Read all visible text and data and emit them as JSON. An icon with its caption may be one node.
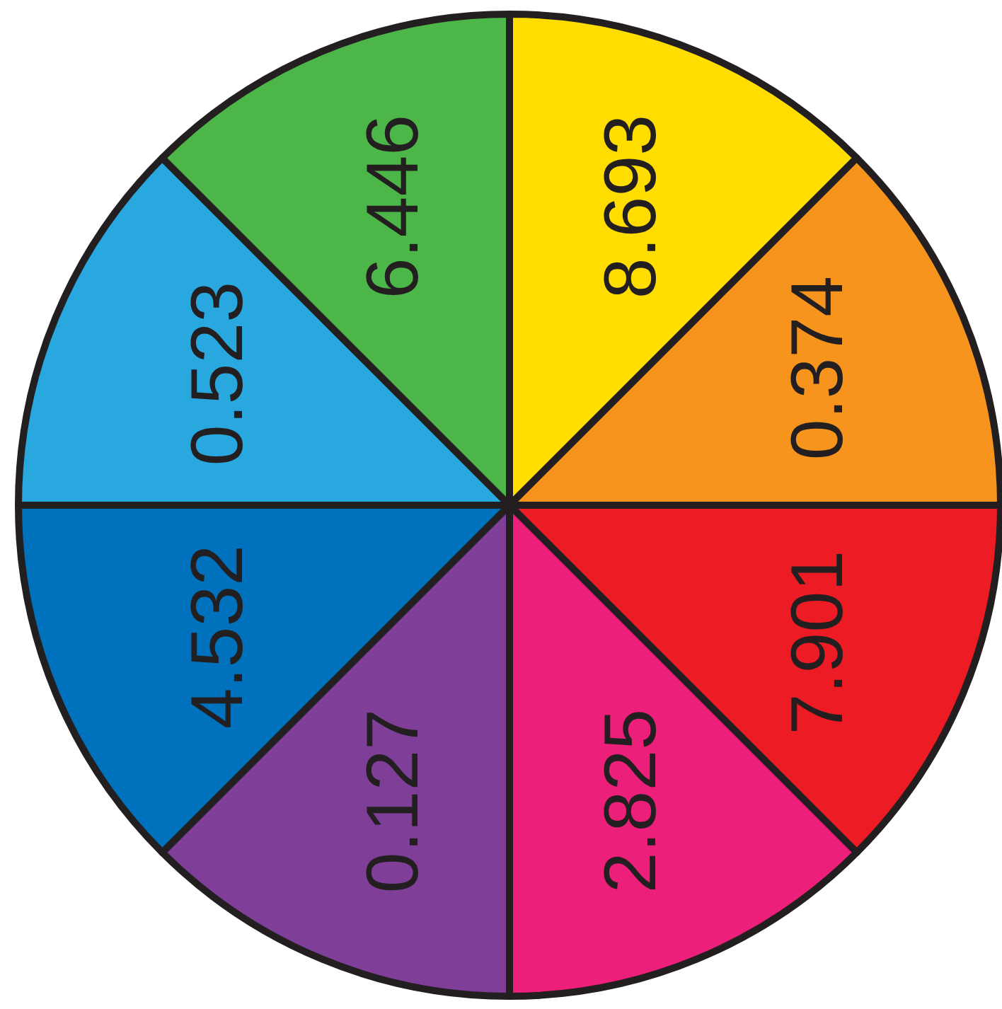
{
  "diagram": {
    "nodes": [
      {
        "text": [
          "8.693"
        ]
      },
      {
        "text": [
          "0.374"
        ]
      },
      {
        "text": [
          "7.901"
        ]
      },
      {
        "text": [
          "2.825"
        ]
      },
      {
        "text": [
          "0.127"
        ]
      },
      {
        "text": [
          "4.532"
        ]
      },
      {
        "text": [
          "0.523"
        ]
      },
      {
        "text": [
          "6.446"
        ]
      }
    ]
  }
}
